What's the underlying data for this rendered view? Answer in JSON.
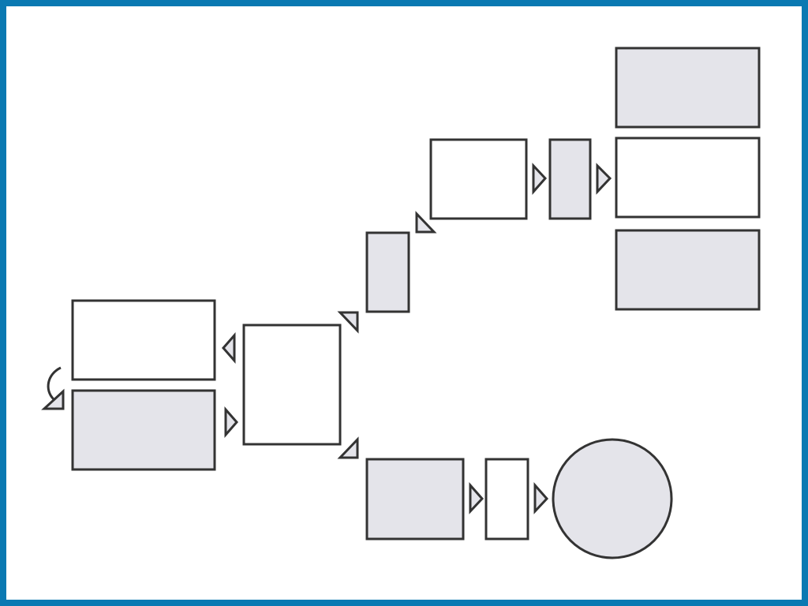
{
  "diagram": {
    "colors": {
      "frame": "#0a79b2",
      "background": "#ffffff",
      "stroke": "#333333",
      "shaded_fill": "#e4e4ea",
      "plain_fill": "#ffffff"
    },
    "nodes": [
      {
        "id": "left-top-box",
        "shape": "rectangle",
        "fill": "plain"
      },
      {
        "id": "left-bottom-box",
        "shape": "rectangle",
        "fill": "shaded"
      },
      {
        "id": "center-box",
        "shape": "rectangle",
        "fill": "plain"
      },
      {
        "id": "upper-small-box",
        "shape": "rectangle",
        "fill": "shaded"
      },
      {
        "id": "top-mid-box",
        "shape": "rectangle",
        "fill": "plain"
      },
      {
        "id": "top-narrow-box",
        "shape": "rectangle",
        "fill": "shaded"
      },
      {
        "id": "right-top-box",
        "shape": "rectangle",
        "fill": "shaded"
      },
      {
        "id": "right-middle-box",
        "shape": "rectangle",
        "fill": "plain"
      },
      {
        "id": "right-bottom-box",
        "shape": "rectangle",
        "fill": "shaded"
      },
      {
        "id": "lower-left-box",
        "shape": "rectangle",
        "fill": "shaded"
      },
      {
        "id": "lower-narrow-box",
        "shape": "rectangle",
        "fill": "plain"
      },
      {
        "id": "end-circle",
        "shape": "circle",
        "fill": "shaded"
      }
    ],
    "connectors": [
      {
        "from": "left-bottom-box",
        "to": "left-bottom-box",
        "kind": "loop"
      },
      {
        "from": "left-bottom-box",
        "to": "center-box",
        "kind": "arrow"
      },
      {
        "from": "center-box",
        "to": "left-top-box",
        "kind": "arrow"
      },
      {
        "from": "center-box",
        "to": "upper-small-box",
        "kind": "arrow"
      },
      {
        "from": "upper-small-box",
        "to": "top-mid-box",
        "kind": "arrow"
      },
      {
        "from": "top-mid-box",
        "to": "top-narrow-box",
        "kind": "arrow"
      },
      {
        "from": "top-narrow-box",
        "to": "right-middle-box",
        "kind": "arrow"
      },
      {
        "from": "center-box",
        "to": "lower-left-box",
        "kind": "arrow"
      },
      {
        "from": "lower-left-box",
        "to": "lower-narrow-box",
        "kind": "arrow"
      },
      {
        "from": "lower-narrow-box",
        "to": "end-circle",
        "kind": "arrow"
      }
    ]
  }
}
